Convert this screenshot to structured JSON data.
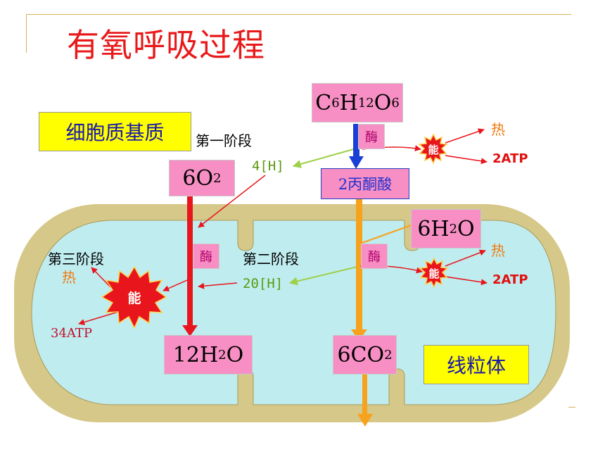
{
  "title": "有氧呼吸过程",
  "regions": {
    "cytoplasm": "细胞质基质",
    "mitochondria": "线粒体"
  },
  "stages": {
    "first": "第一阶段",
    "second": "第二阶段",
    "third": "第三阶段"
  },
  "substances": {
    "glucose": {
      "p1": "C",
      "s1": "6",
      "p2": "H",
      "s2": "12",
      "p3": "O",
      "s3": "6"
    },
    "oxygen": {
      "p1": "6O",
      "s1": "2"
    },
    "pyruvate": "2丙酮酸",
    "water_in": {
      "p1": "6H",
      "s1": "2",
      "p2": "O"
    },
    "water_out": {
      "p1": "12H",
      "s1": "2",
      "p2": "O"
    },
    "co2": {
      "p1": "6CO",
      "s1": "2"
    }
  },
  "enzyme": "酶",
  "hydrogen": {
    "first": "4[H]",
    "second": "20[H]"
  },
  "energy": {
    "label": "能",
    "heat": "热",
    "atp_first": "2ATP",
    "atp_second": "2ATP",
    "atp_third": "34ATP"
  },
  "colors": {
    "title": "#e8191a",
    "mito_membrane": "#d6c888",
    "mito_matrix": "#bfecef",
    "box_pink": "#f78fc4",
    "region_label_bg": "#ffff00",
    "arrow_red": "#e8161c",
    "arrow_orange": "#f7a21c",
    "arrow_blue": "#1a3fd6",
    "hydrogen_green": "#5a9a10"
  }
}
